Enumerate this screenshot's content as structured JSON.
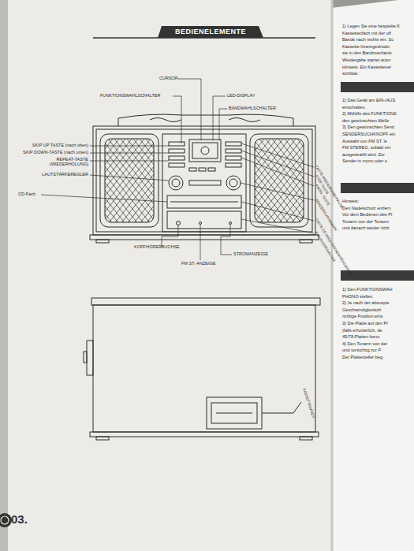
{
  "diagram": {
    "title": "BEDIENELEMENTE",
    "labels": [
      "CURSOR",
      "FUNKTIONSWAHLSCHALTER",
      "LED-DISPLAY",
      "BANDWAHLSCHALTER",
      "SKIP UP TASTE (nach oben)",
      "SKIP DOWN-TASTE (nach unten)",
      "REPEAT-TASTE (WIEDERHOLUNG)",
      "LAUTSTÄRKEREGLER",
      "CD-Fach",
      "KOPFHÖRERBUCHSE",
      "STROMANZEIGE",
      "FM ST.-ANZEIGE",
      "TASTE WIEDERGABE/PAUSE",
      "STOP-TASTE",
      "PROG.-TASTE",
      "SENDERSUCHKNOPF",
      "TASTE CD-FACH ÖFFNEN/SCHLIESSEN",
      "EIN-/AUSSCHALTER",
      "KASSETTENFACH",
      "03.",
      "1) Legen Sie eine bespielte K",
      "Kassettenfach mit der off",
      "Bands nach rechts ein. Sc",
      "Kassette hineingedrückt",
      "sie in den Bandmechanis",
      "Wiedergabe startet autor",
      "Hinweis: Ein Kassettener",
      "sichtbar.",
      "1) Das Gerät am EIN-/AUS",
      "einschalten.",
      "2) Mithilfe des FUNKTIONS",
      "den gewünschten Welle",
      "3) Den gewünschten Send",
      "SENDERSUCHKNOPF ein",
      "Auswahl von FM ST. le",
      "FM STEREO, sobald ein",
      "ausgestrahlt wird. Zur",
      "Sender in mono oder u",
      "Hinweis:",
      "Den Nadelschutz entfern",
      "Vor dem Bedienen des Pl",
      "Tonarm von der Tonarm",
      "und danach wieder richt",
      "1) Den FUNKTIONSWAH",
      "PHONO stellen.",
      "2) Je nach der abzuspie",
      "Geschwindigkeitsch",
      "richtige Position eins",
      "3) Die Platte auf den Pl",
      "(falls erforderlich, de",
      "45/78-Platten benu",
      "4) Den Tonarm von der",
      "und vorsichtig zur P",
      "Der Plattenteller beg"
    ]
  }
}
